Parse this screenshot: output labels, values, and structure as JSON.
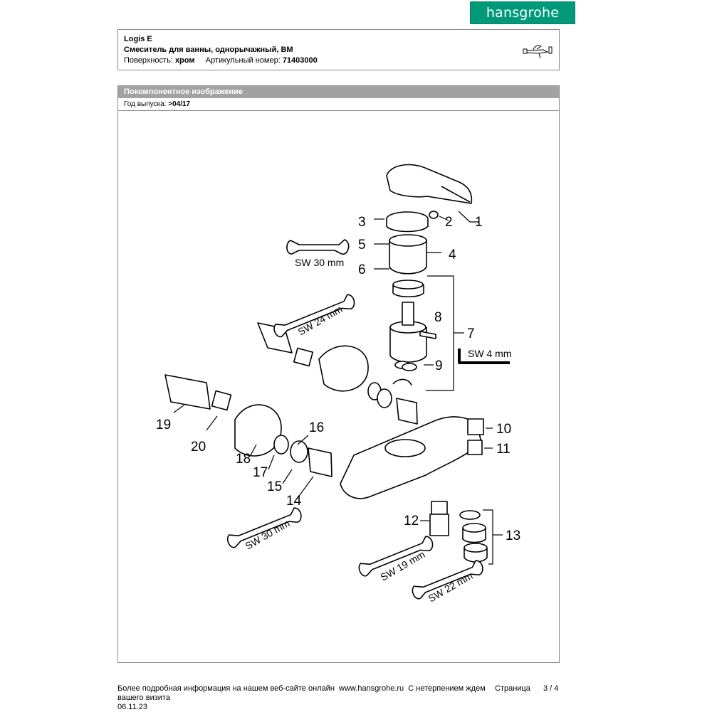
{
  "brand": {
    "logo_text": "hansgrohe",
    "color": "#009a7a"
  },
  "header": {
    "product": "Logis E",
    "description": "Смеситель для ванны, однорычажный, ВМ",
    "surface_label": "Поверхность:",
    "surface_value": "хром",
    "article_label": "Артикульный номер:",
    "article_value": "71403000"
  },
  "section": {
    "title": "Покомпонентное изображение",
    "year_label": "Год выпуска:",
    "year_value": ">04/17"
  },
  "diagram": {
    "part_numbers": [
      "1",
      "2",
      "3",
      "4",
      "5",
      "6",
      "7",
      "8",
      "9",
      "10",
      "11",
      "12",
      "13",
      "14",
      "15",
      "16",
      "17",
      "18",
      "19",
      "20"
    ],
    "wrench_labels": [
      "SW 30 mm",
      "SW 24 mm",
      "SW 4 mm",
      "SW 30 mm",
      "SW 19 mm",
      "SW 22 mm"
    ]
  },
  "footer": {
    "text_before": "Более подробная информация на нашем веб-сайте онлайн",
    "link": "www.hansgrohe.ru",
    "text_after": "С нетерпением ждем",
    "line2": "вашего визита",
    "date": "06.11.23",
    "page_label": "Страница",
    "page_value": "3 / 4"
  }
}
